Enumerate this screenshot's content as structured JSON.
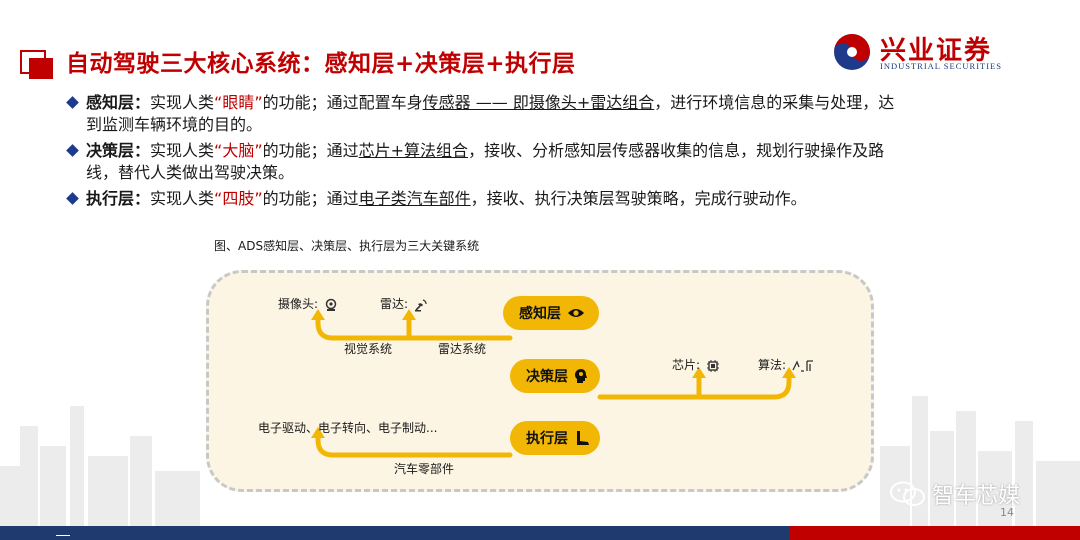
{
  "header": {
    "title": "自动驾驶三大核心系统：感知层+决策层+执行层",
    "logo_cn": "兴业证券",
    "logo_en": "INDUSTRIAL SECURITIES"
  },
  "bullets": [
    {
      "key": "感知层：",
      "t1": "实现人类",
      "em": "“眼睛”",
      "t2": "的功能；通过配置车身",
      "u": "传感器 —— 即摄像头+雷达组合",
      "t3": "，进行环境信息的采集与处理，达",
      "t4": "到监测车辆环境的目的。"
    },
    {
      "key": "决策层：",
      "t1": "实现人类",
      "em": "“大脑”",
      "t2": "的功能；通过",
      "u": "芯片+算法组合",
      "t3": "，接收、分析感知层传感器收集的信息，规划行驶操作及路",
      "t4": "线，替代人类做出驾驶决策。"
    },
    {
      "key": "执行层：",
      "t1": "实现人类",
      "em": "“四肢”",
      "t2": "的功能；通过",
      "u": "电子类汽车部件",
      "t3": "，接收、执行决策层驾驶策略，完成行驶动作。",
      "t4": ""
    }
  ],
  "figure": {
    "caption": "图、ADS感知层、决策层、执行层为三大关键系统",
    "perception": {
      "label": "感知层",
      "camera": "摄像头:",
      "radar": "雷达:",
      "vision_sys": "视觉系统",
      "radar_sys": "雷达系统"
    },
    "decision": {
      "label": "决策层",
      "chip": "芯片:",
      "algo": "算法:"
    },
    "execution": {
      "label": "执行层",
      "parts": "电子驱动、电子转向、电子制动...",
      "auto_parts": "汽车零部件"
    }
  },
  "footer": {
    "page": "14",
    "watermark": "智车芯媒"
  },
  "colors": {
    "accent": "#c00000",
    "navy": "#1f3a6e",
    "pill": "#f2b705",
    "panel": "#fdf5e4"
  },
  "icons": [
    "title-square-icon",
    "logo-swirl-icon",
    "bullet-diamond-icon",
    "camera-icon",
    "radar-icon",
    "eye-icon",
    "brain-head-icon",
    "chip-icon",
    "algorithm-icon",
    "boot-icon",
    "wechat-icon"
  ]
}
